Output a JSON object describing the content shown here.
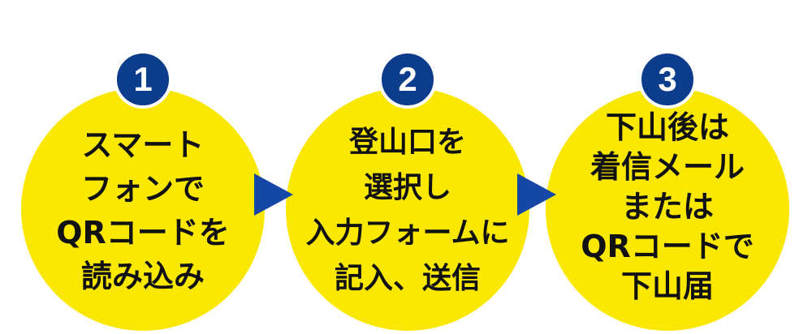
{
  "colors": {
    "circle_fill": "#fbe800",
    "badge_fill": "#0c3d8c",
    "arrow_fill": "#1447a6",
    "text": "#111111"
  },
  "steps": [
    {
      "number": "1",
      "lines": [
        "スマート",
        "フォンで",
        "QRコードを",
        "読み込み"
      ]
    },
    {
      "number": "2",
      "lines": [
        "登山口を",
        "選択し",
        "入力フォームに",
        "記入、送信"
      ]
    },
    {
      "number": "3",
      "lines": [
        "下山後は",
        "着信メール",
        "または",
        "QRコードで",
        "下山届"
      ]
    }
  ],
  "arrows": [
    {
      "icon": "right-triangle-arrow-icon"
    },
    {
      "icon": "right-triangle-arrow-icon"
    }
  ]
}
